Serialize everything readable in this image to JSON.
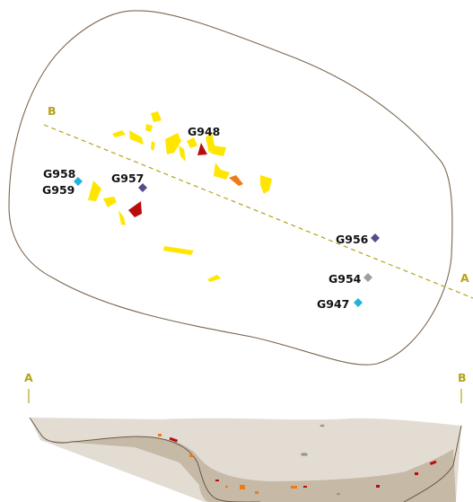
{
  "plan": {
    "section_line": {
      "start_label": "B",
      "end_label": "A"
    },
    "finds": [
      {
        "id": "G948",
        "shape": "diamond",
        "color": "#cc0000"
      },
      {
        "id": "G958",
        "shape": "diamond",
        "color": "#1fb3d6"
      },
      {
        "id": "G959",
        "shape": "diamond",
        "color": "#1fb3d6"
      },
      {
        "id": "G957",
        "shape": "diamond",
        "color": "#5a4a8a"
      },
      {
        "id": "G956",
        "shape": "diamond",
        "color": "#5a4a8a"
      },
      {
        "id": "G954",
        "shape": "diamond",
        "color": "#9e9e9e"
      },
      {
        "id": "G947",
        "shape": "diamond",
        "color": "#1fb3d6"
      }
    ]
  },
  "section": {
    "left_label": "A",
    "right_label": "B"
  },
  "colors": {
    "outline": "#7a6650",
    "section_line": "#b5a21a",
    "yellow_fragments": "#ffe600",
    "orange_fragments": "#f07b16",
    "red_fragments": "#b80d0d",
    "fill_upper": "#e2dcd3",
    "fill_lower": "#c6b9a6"
  }
}
